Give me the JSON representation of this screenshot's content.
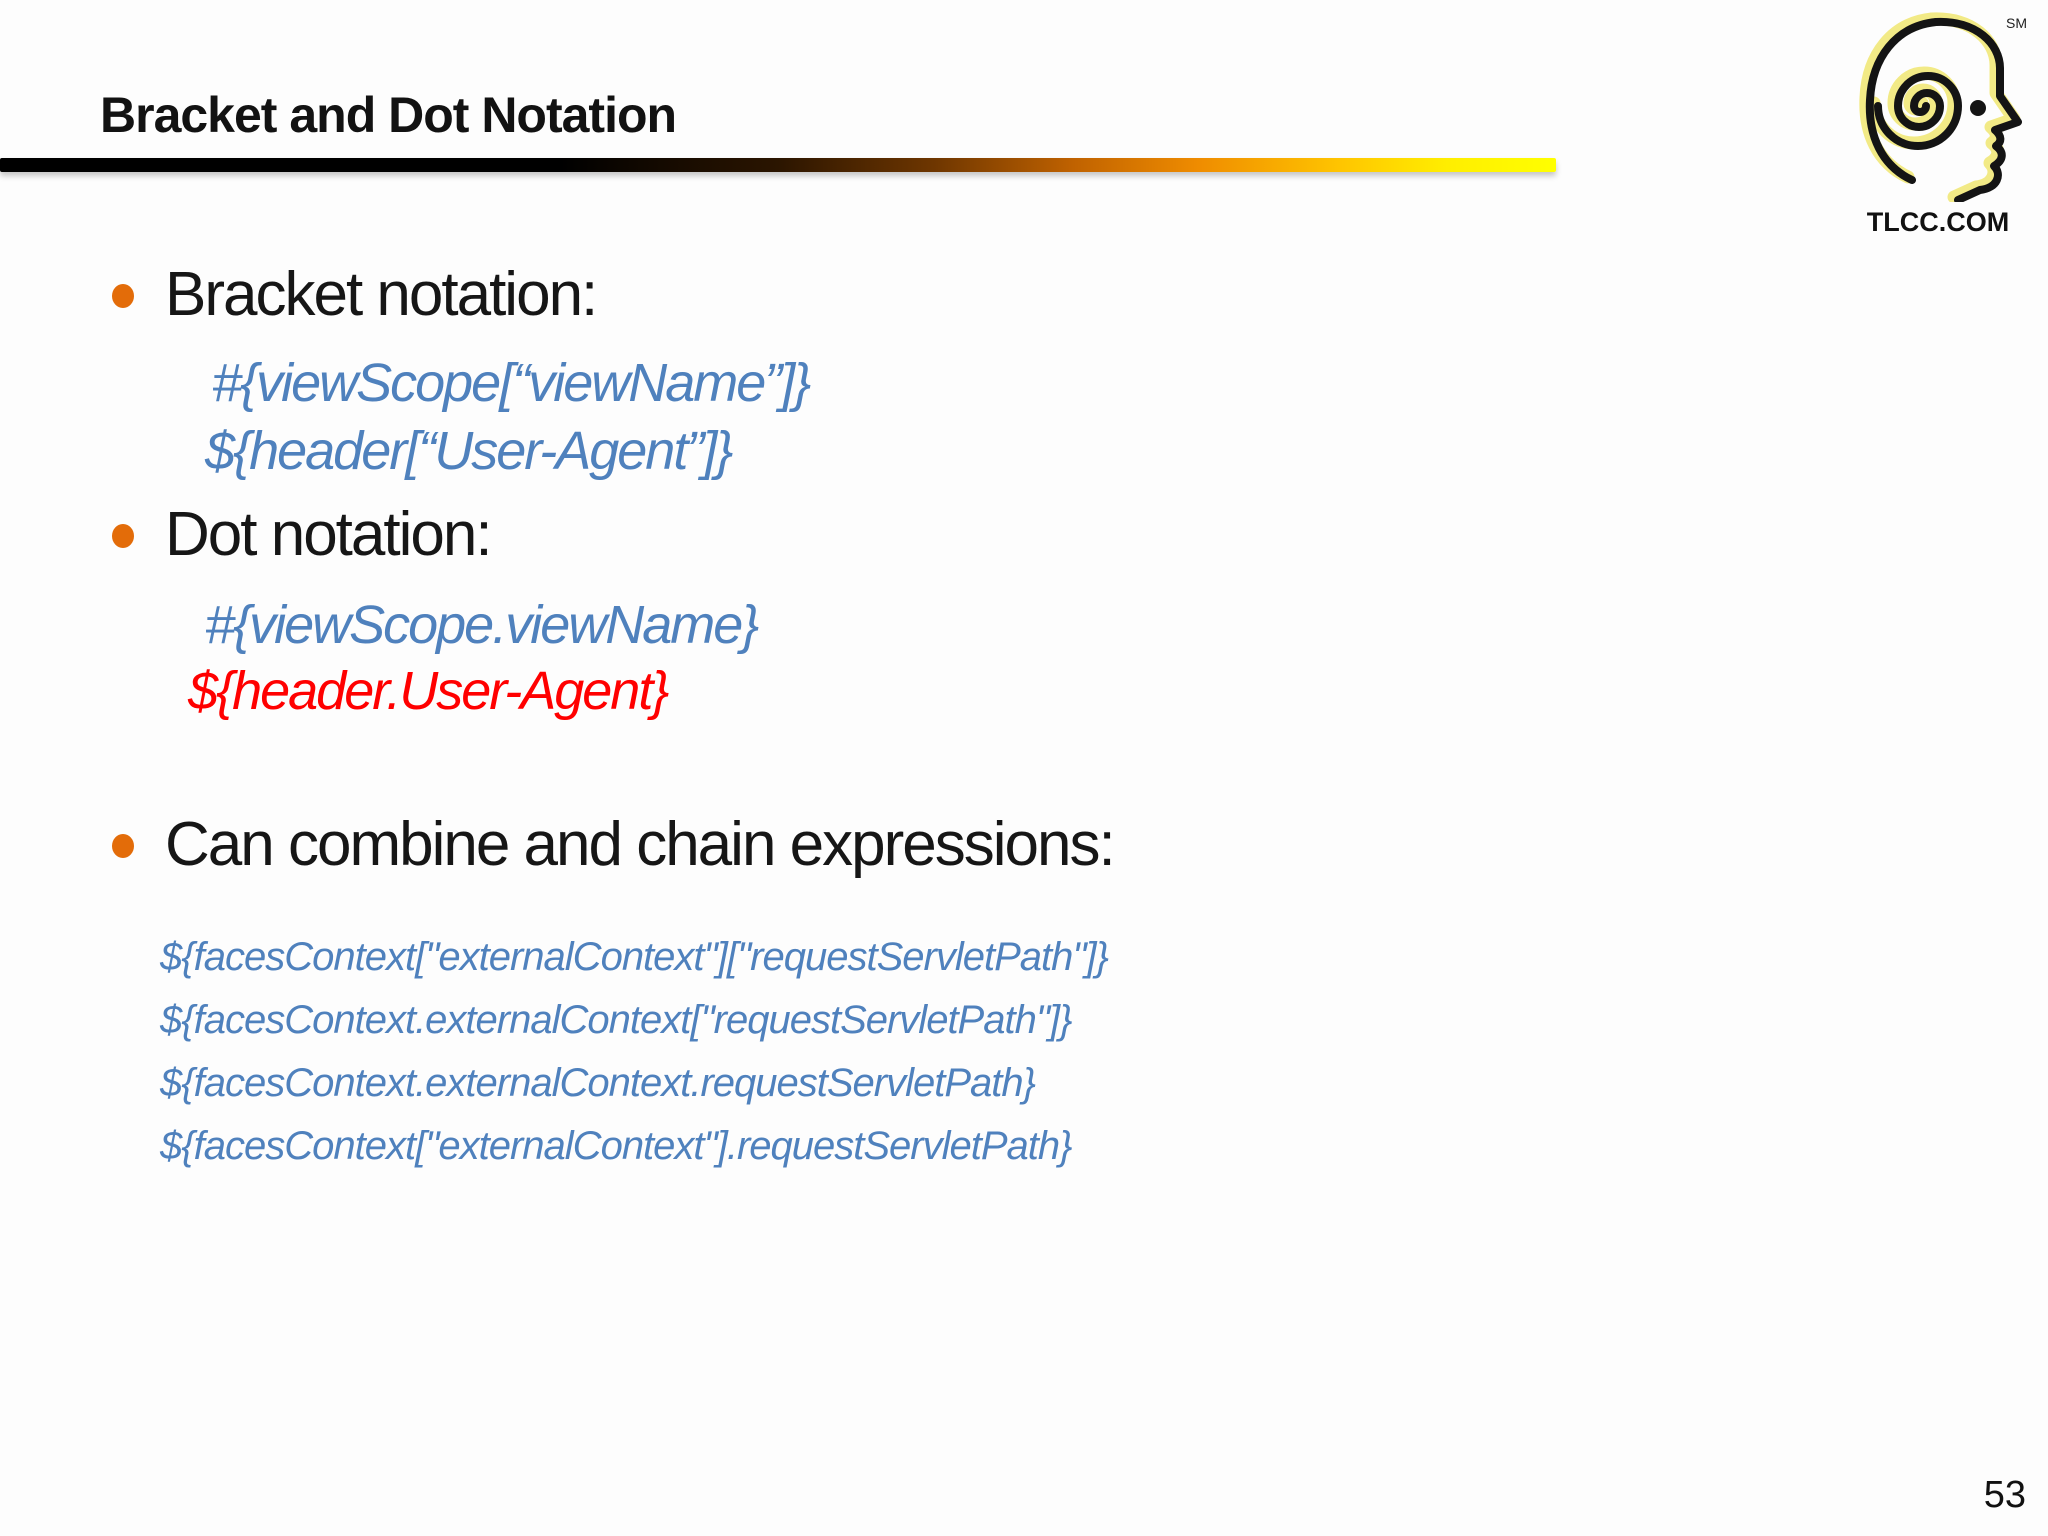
{
  "title": "Bracket and Dot Notation",
  "page_number": "53",
  "logo": {
    "sm": "SM",
    "domain": "TLCC.COM"
  },
  "bullets": [
    {
      "label": "Bracket notation:"
    },
    {
      "label": "Dot notation:"
    },
    {
      "label": "Can combine and chain expressions:"
    }
  ],
  "code": {
    "bracket": [
      "#{viewScope[“viewName”]}",
      "${header[“User-Agent”]}"
    ],
    "dot": [
      "#{viewScope.viewName}",
      "${header.User-Agent}"
    ],
    "chain": [
      "${facesContext[\"externalContext\"][\"requestServletPath\"]}",
      "${facesContext.externalContext[\"requestServletPath\"]}",
      "${facesContext.externalContext.requestServletPath}",
      "${facesContext[\"externalContext\"].requestServletPath}"
    ]
  },
  "colors": {
    "code_blue": "#4F81BD",
    "code_red": "#FF0000",
    "bullet_orange": "#E36C09",
    "rule_gradient": [
      "#000000",
      "#EF8C00",
      "#FFFF00"
    ]
  }
}
